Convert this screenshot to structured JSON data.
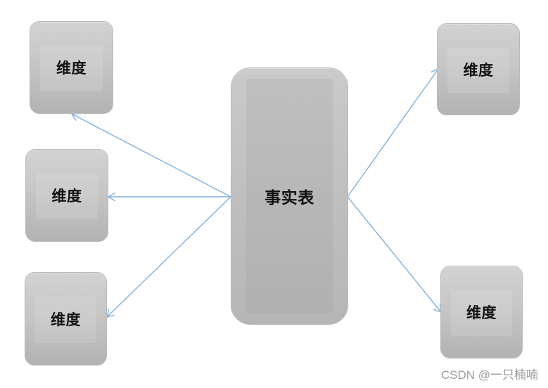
{
  "diagram": {
    "center": {
      "label": "事实表"
    },
    "dimensions": [
      {
        "label": "维度"
      },
      {
        "label": "维度"
      },
      {
        "label": "维度"
      },
      {
        "label": "维度"
      },
      {
        "label": "维度"
      }
    ],
    "arrow_color": "#7fb0df",
    "node_color": "#c4c4c4"
  },
  "watermark": "CSDN @一只楠喃"
}
